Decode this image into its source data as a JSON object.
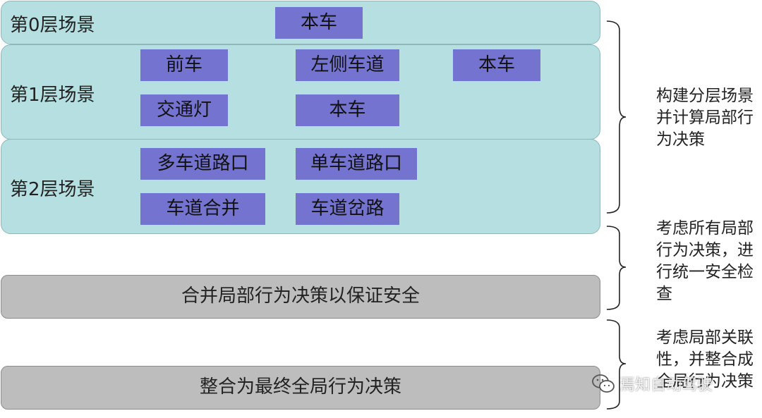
{
  "layers": [
    {
      "title": "第0层场景",
      "chips": [
        "本车"
      ]
    },
    {
      "title": "第1层场景",
      "chips": [
        "前车",
        "左侧车道",
        "本车",
        "交通灯",
        "本车"
      ]
    },
    {
      "title": "第2层场景",
      "chips": [
        "多车道路口",
        "单车道路口",
        "车道合并",
        "车道岔路"
      ]
    }
  ],
  "bars": {
    "merge": "合并局部行为决策以保证安全",
    "final": "整合为最终全局行为决策"
  },
  "notes": {
    "build": "构建分层场景并计算局部行为决策",
    "check": "考虑所有局部行为决策，进行统一安全检查",
    "integrate": "考虑局部关联性，并整合成全局行为决策"
  },
  "watermark": "焉知自动驾驶",
  "colors": {
    "layer_fill": "#b5dfe0",
    "chip_fill": "#7473cf",
    "bar_fill": "#bdbdbd"
  }
}
